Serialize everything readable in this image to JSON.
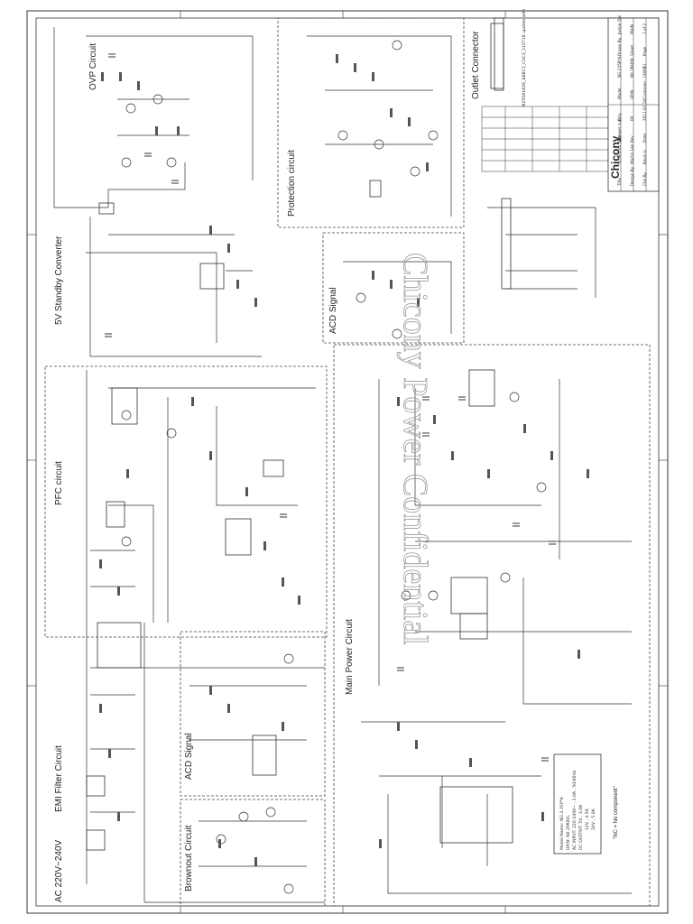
{
  "sections": {
    "ac_input": "AC 220V~240V",
    "emi": "EMI Filter Circuit",
    "brownout": "Brownout Circuit",
    "acd_signal_left": "ACD Signal",
    "pfc": "PFC circuit",
    "standby": "5V Standby Converter",
    "ovp": "OVP Circuit",
    "protection": "Protection circuit",
    "acd_signal_right": "ACD Signal",
    "main_power": "Main Power Circuit",
    "outlet": "Outlet Connector"
  },
  "model_note": {
    "line1": "Model Name: NG-2.35P*A",
    "line2": "UP/N: N0.2PA00L",
    "line3": "AC INPUT: 220-240V~ , 3.0A , 50/60Hz",
    "line4": "DC OUTPUT: 5V , 3.0A",
    "line5": "12V , 4.5A",
    "line6": "24V , 5.0A"
  },
  "nc_note": "\"NC = No component\"",
  "watermark": "Chicony Power Confidential",
  "top_note": "N250A1826_BB8C3_CHC2_110718 update with",
  "title_block": {
    "logo": "Chicony",
    "rows": [
      [
        "Model",
        "NG-235P*A"
      ],
      [
        "UP/N",
        "N0.2PA00L"
      ],
      [
        "Customer",
        "CHIMEI"
      ],
      [
        "Title",
        "Schematic of power supply"
      ],
      [
        "Design By",
        "Martin Lee"
      ],
      [
        "Chk By",
        "Kevin Li"
      ],
      [
        "Drawn By",
        "Jackie Tsai"
      ],
      [
        "Sheet",
        "MAIN"
      ],
      [
        "Page",
        "1  of  2"
      ],
      [
        "Size",
        "D"
      ],
      [
        "Rev",
        "00"
      ],
      [
        "Date",
        "2011.07.18"
      ]
    ]
  }
}
